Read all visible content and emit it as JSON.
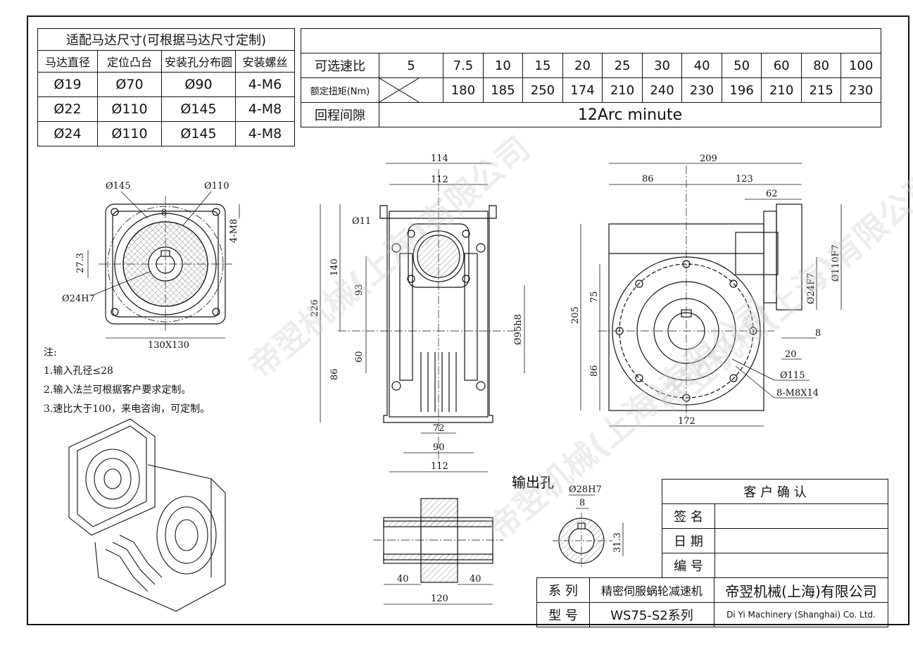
{
  "motor_table": {
    "title": "适配马达尺寸(可根据马达尺寸定制)",
    "headers": [
      "马达直径",
      "定位凸台",
      "安装孔分布圆",
      "安装螺丝"
    ],
    "rows": [
      [
        "Ø19",
        "Ø70",
        "Ø90",
        "4-M6"
      ],
      [
        "Ø22",
        "Ø110",
        "Ø145",
        "4-M8"
      ],
      [
        "Ø24",
        "Ø110",
        "Ø145",
        "4-M8"
      ]
    ]
  },
  "ratio_table": {
    "ratio_label": "可选速比",
    "ratios": [
      "5",
      "7.5",
      "10",
      "15",
      "20",
      "25",
      "30",
      "40",
      "50",
      "60",
      "80",
      "100"
    ],
    "torque_label": "额定扭矩(Nm)",
    "torques": [
      "",
      "180",
      "185",
      "250",
      "174",
      "210",
      "240",
      "230",
      "196",
      "210",
      "215",
      "230"
    ],
    "backlash_label": "回程间隙",
    "backlash_value": "12Arc minute"
  },
  "notes": {
    "heading": "注:",
    "items": [
      "1.输入孔径≤28",
      "2.输入法兰可根据客户要求定制。",
      "3.速比大于100，来电咨询，可定制。"
    ]
  },
  "output_label": "输出孔",
  "dims": {
    "flange": {
      "d145": "Ø145",
      "d110": "Ø110",
      "w8": "8",
      "m8": "4-M8",
      "h273": "27.3",
      "bore": "Ø24H7",
      "size": "130X130"
    },
    "front": {
      "w114": "114",
      "w112": "112",
      "d11": "Ø11",
      "h140": "140",
      "h226": "226",
      "h93": "93",
      "h60": "60",
      "h86": "86",
      "d95": "Ø95h8",
      "b72": "72",
      "b90": "90",
      "b112": "112"
    },
    "side": {
      "w209": "209",
      "w86": "86",
      "w123": "123",
      "w62": "62",
      "h75": "75",
      "h205": "205",
      "h86": "86",
      "d110f7": "Ø110F7",
      "d24f7": "Ø24F7",
      "w8": "8",
      "w20": "20",
      "d115": "Ø115",
      "holes": "8-M8X14",
      "w172": "172"
    },
    "shaft": {
      "l40a": "40",
      "l40b": "40",
      "l120": "120"
    },
    "bore": {
      "d28": "Ø28H7",
      "w8": "8",
      "h313": "31.3"
    }
  },
  "confirm": {
    "title": "客 户 确 认",
    "sign": "签 名",
    "date": "日 期",
    "number": "编 号"
  },
  "title_block": {
    "series_label": "系 列",
    "series_value": "精密伺服蜗轮减速机",
    "model_label": "型 号",
    "model_value": "WS75-S2系列",
    "company_cn": "帝翌机械(上海)有限公司",
    "company_en": "Di Yi Machinery (Shanghai) Co. Ltd."
  },
  "watermark": "帝翌机械(上海)有限公司"
}
